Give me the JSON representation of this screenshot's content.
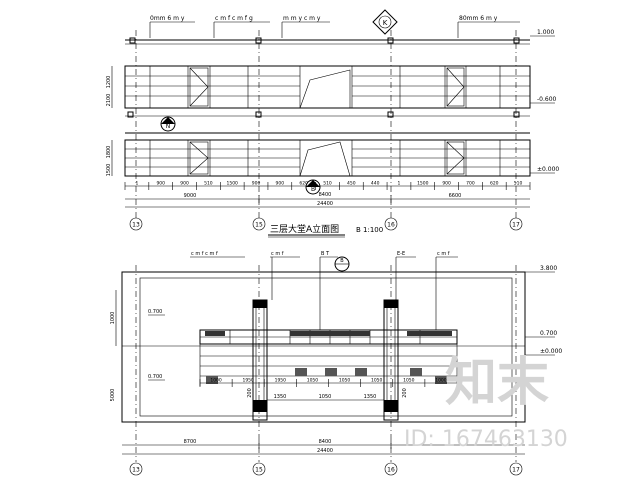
{
  "elevation_a": {
    "callouts": [
      "0mm 6 m y",
      "c m f c m f g",
      "m m y c m y",
      "80mm 6 m y"
    ],
    "levels": [
      "1.000",
      "-0.600",
      "±0.000"
    ],
    "dims_top": [
      "1200",
      "2100"
    ],
    "dims_bottom": [
      "1800",
      "1500"
    ],
    "segments": [
      "1",
      "900",
      "900",
      "510",
      "1500",
      "900",
      "900",
      "620",
      "510",
      "450",
      "440",
      "1",
      "1500",
      "900",
      "700",
      "620",
      "510"
    ],
    "overall_left": "9000",
    "overall_right": "6600",
    "overall_total": "24400",
    "center_dim": "8400",
    "north_marker": "N",
    "marker_mid": "B",
    "marker_top": "K"
  },
  "axes": [
    "13",
    "15",
    "16",
    "17"
  ],
  "title": {
    "name": "三层大堂A立面图",
    "scale": "B 1:100"
  },
  "elevation_b": {
    "callouts": [
      "c m f c m f",
      "c m f",
      "B T",
      "E-E",
      "c m f"
    ],
    "marker": "B",
    "levels": [
      "3.800",
      "0.700",
      "±0.000"
    ],
    "sill": "0.700",
    "dims_left": [
      "1000",
      "5000"
    ],
    "panel_dims": [
      "1000",
      "1950",
      "1950",
      "1050",
      "1050",
      "1050",
      "1050",
      "1000"
    ],
    "panel_code": "200",
    "side_dims": [
      "1350",
      "1050",
      "1350"
    ],
    "overall_left": "8700",
    "overall_center": "8400",
    "overall_total": "24400"
  },
  "watermark": {
    "logo": "知末",
    "id": "ID: 167463130"
  }
}
